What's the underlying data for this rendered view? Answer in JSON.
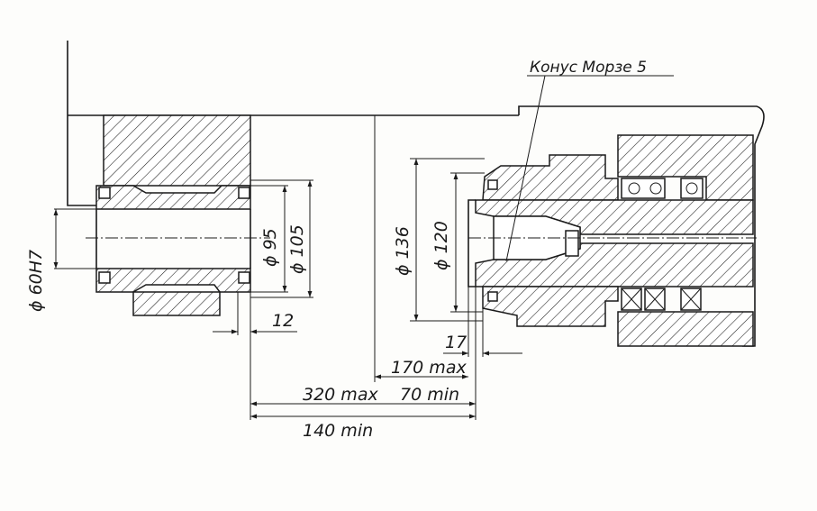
{
  "diagram": {
    "cone_label": "Конус Морзе 5",
    "dimensions": {
      "bore": "ϕ 60H7",
      "d95": "ϕ 95",
      "d105": "ϕ 105",
      "d136": "ϕ 136",
      "d120": "ϕ 120",
      "w12": "12",
      "w17": "17",
      "max170": "170 max",
      "max320": "320 max",
      "min70": "70 min",
      "min140": "140 min"
    }
  }
}
